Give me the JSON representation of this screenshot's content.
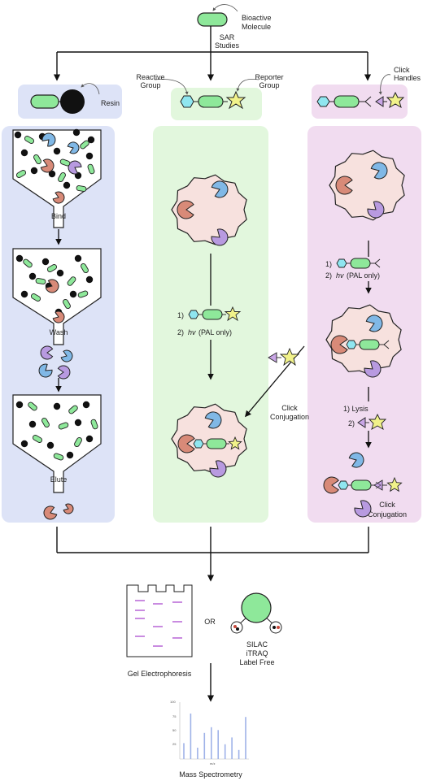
{
  "labels": {
    "bioactive_molecule": [
      "Bioactive",
      "Molecule"
    ],
    "sar_studies": [
      "SAR",
      "Studies"
    ],
    "resin": "Resin",
    "reactive_group": [
      "Reactive",
      "Group"
    ],
    "reporter_group": [
      "Reporter",
      "Group"
    ],
    "click_handles": [
      "Click",
      "Handles"
    ],
    "bind": "Bind",
    "wash": "Wash",
    "elute": "Elute",
    "step1_middle": "1)",
    "step2_middle_prefix": "2)",
    "hv": "hv",
    "pal_only": "(PAL only)",
    "click_conjugation": [
      "Click",
      "Conjugation"
    ],
    "step1_right": "1)",
    "step2_right_prefix": "2)",
    "lysis": "1) Lysis",
    "step2_lysis": "2)",
    "click_conjugation_right": [
      "Click",
      "Conjugation"
    ],
    "or": "OR",
    "gel_electrophoresis": "Gel Electrophoresis",
    "quant_methods": [
      "SILAC",
      "iTRAQ",
      "Label Free"
    ],
    "mass_spectrometry": "Mass Spectrometry"
  },
  "ms_spectrum": {
    "y_ticks": [
      "100",
      "75",
      "50",
      "25"
    ],
    "x_label": "m/z",
    "peaks": [
      28,
      80,
      20,
      46,
      56,
      51,
      26,
      38,
      16,
      74
    ]
  },
  "colors": {
    "molecule_green": "#8ee89a",
    "resin_black": "#111111",
    "reactive_cyan": "#8fe6f0",
    "reporter_yellow": "#f1f28a",
    "click_purple": "#c9a6e6",
    "panel_blue": "#dde3f7",
    "panel_green": "#e2f7dd",
    "panel_pink": "#f1dcf0",
    "cell_fill": "#f7e1de",
    "protein_blue": "#80b8e6",
    "protein_red": "#d88a78",
    "protein_purple": "#b89ae0",
    "gel_band": "#c98be0",
    "ms_bar": "#9fb2e8"
  }
}
